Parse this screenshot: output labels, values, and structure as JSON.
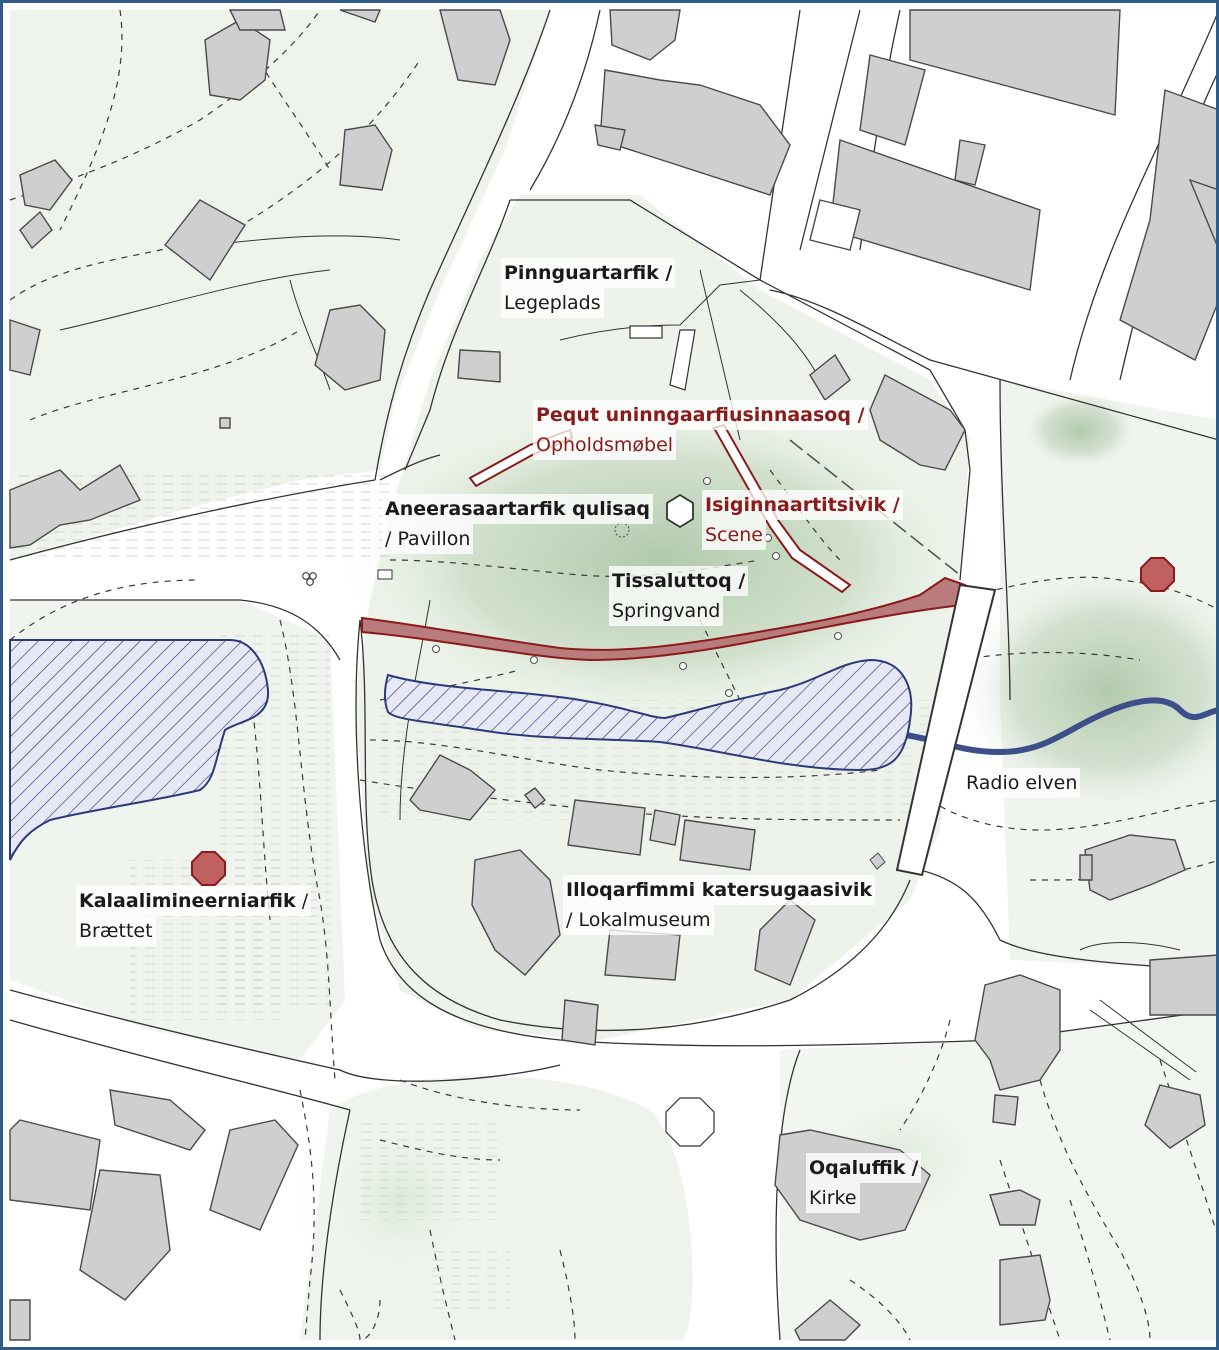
{
  "colors": {
    "frame": "#2f5d87",
    "building_fill": "#cfcfcf",
    "building_stroke": "#4a4a4a",
    "park_green": "#7ea877",
    "river_blue": "#3d4f8a",
    "hatch_blue": "#2d3a7a",
    "accent_red": "#8b1a1a",
    "marker_red": "#c06060",
    "contour": "#3a3a3a"
  },
  "labels": {
    "legeplads": {
      "primary": "Pinnguartarfik /",
      "secondary": "Legeplads"
    },
    "opholdsmobel": {
      "primary": "Pequt uninngaarfiusinnaasoq /",
      "secondary": "Opholdsmøbel"
    },
    "pavillon": {
      "primary": "Aneerasaartarfik qulisaq",
      "secondary": "/ Pavillon"
    },
    "scene": {
      "primary": "Isiginnaartitsivik /",
      "secondary": "Scene"
    },
    "springvand": {
      "primary": "Tissaluttoq /",
      "secondary": "Springvand"
    },
    "radio_elven": "Radio elven",
    "lokalmuseum": {
      "primary": "Illoqarfimmi katersugaasivik",
      "secondary": "/ Lokalmuseum"
    },
    "braettet": {
      "primary": "Kalaalimineerniarfik",
      "tail": "/",
      "secondary": "Brættet"
    },
    "kirke": {
      "primary": "Oqaluffik",
      "tail": "/",
      "secondary": "Kirke"
    }
  },
  "icons": {
    "pavilion": "hexagon-icon",
    "marker": "octagon-marker-icon",
    "tree": "tree-icon"
  }
}
